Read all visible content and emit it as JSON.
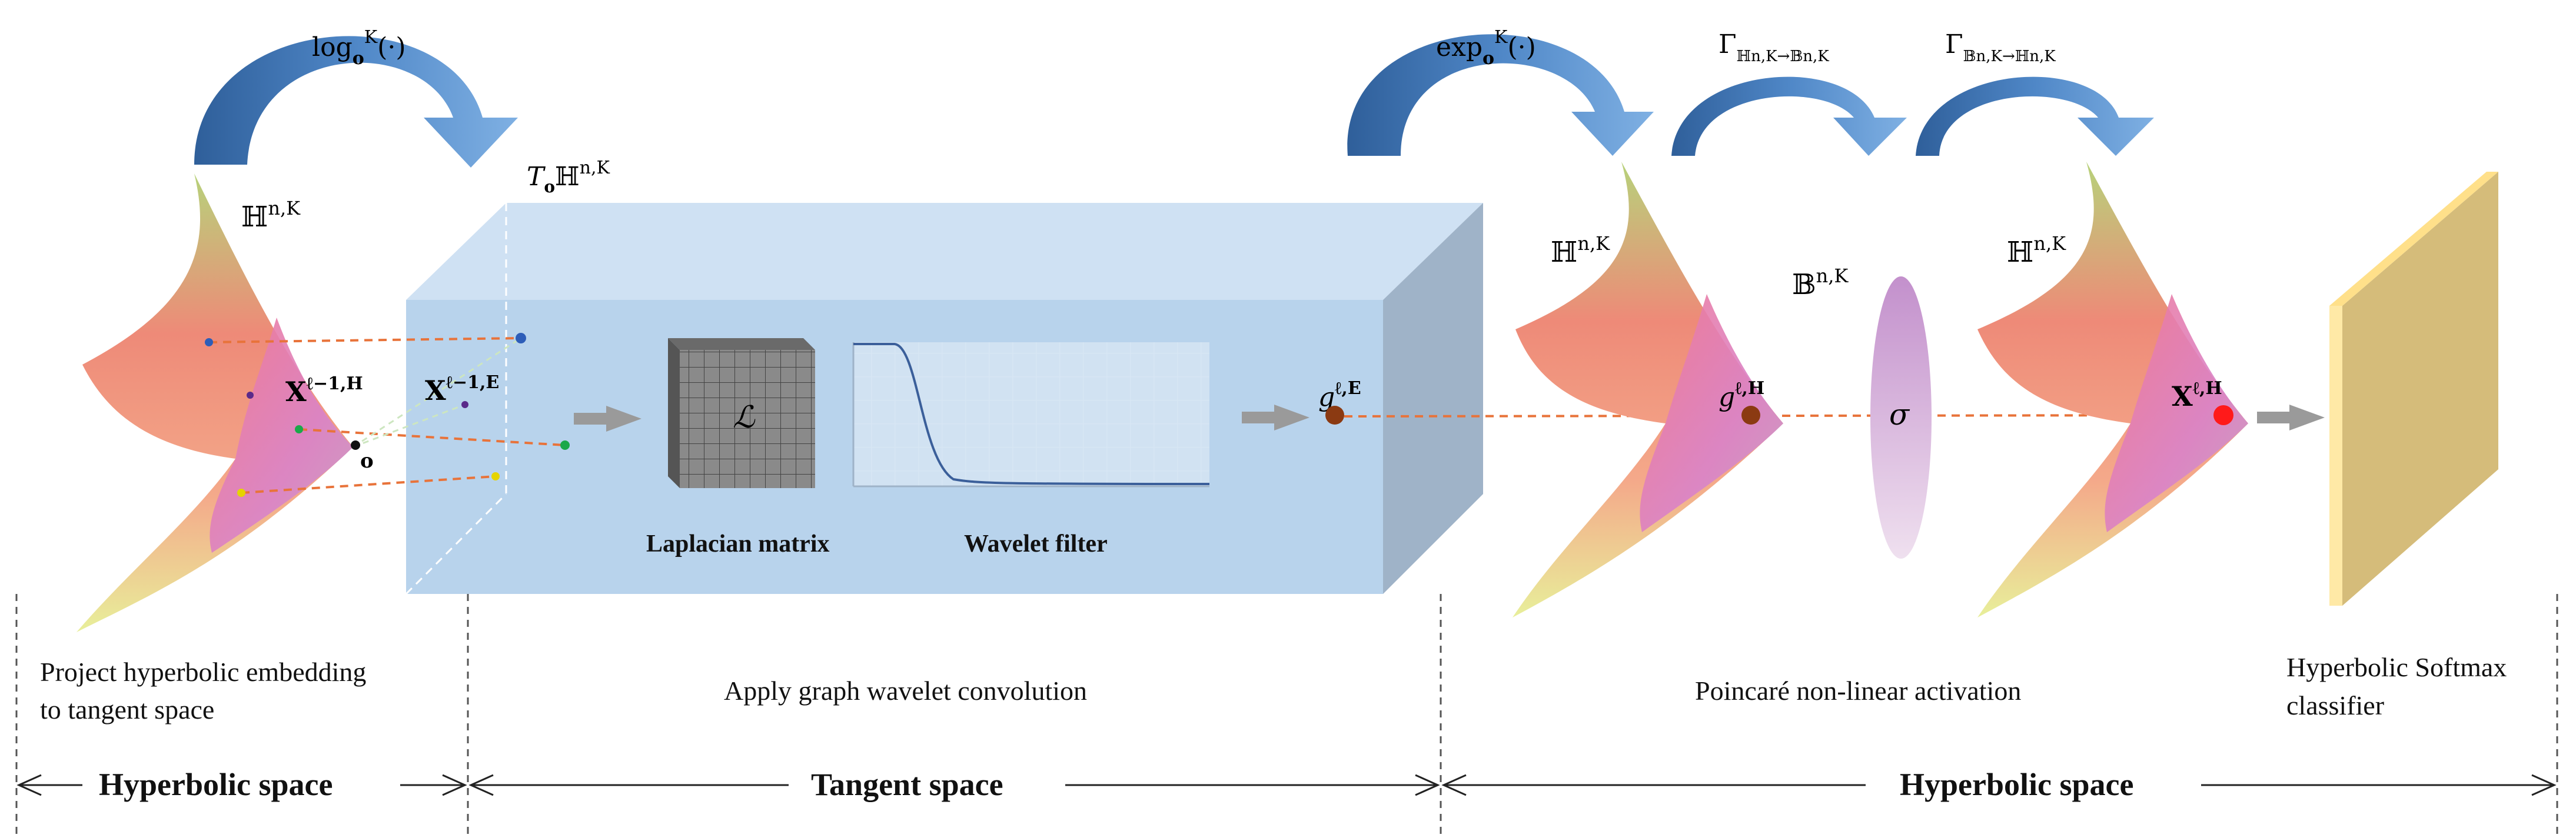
{
  "math": {
    "log_map": "log",
    "log_sub": "o",
    "log_sup": "K",
    "log_arg": "(·)",
    "exp_map": "exp",
    "exp_sub": "o",
    "exp_sup": "K",
    "exp_arg": "(·)",
    "gamma_h_to_b": "Γ",
    "gamma_h_to_b_sub": "ℍn,K→𝔹n,K",
    "gamma_b_to_h": "Γ",
    "gamma_b_to_h_sub": "𝔹n,K→ℍn,K",
    "tangent_T": "T",
    "tangent_T_sub": "o",
    "tangent_H": "ℍ",
    "tangent_sup": "n,K",
    "H_left": "ℍ",
    "H_left_sup": "n,K",
    "H_mid": "ℍ",
    "H_mid_sup": "n,K",
    "B_ball": "𝔹",
    "B_ball_sup": "n,K",
    "H_right": "ℍ",
    "H_right_sup": "n,K",
    "x_prev_H": "X",
    "x_prev_H_sup": "ℓ−1,H",
    "origin": "o",
    "x_prev_E": "X",
    "x_prev_E_sup": "ℓ−1,E",
    "laplacian_symbol": "ℒ",
    "g_E": "g",
    "g_E_sup": "ℓ,E",
    "g_H": "g",
    "g_H_sup": "ℓ,H",
    "sigma": "σ",
    "x_out": "X",
    "x_out_sup": "ℓ,H"
  },
  "labels": {
    "laplacian": "Laplacian matrix",
    "wavelet": "Wavelet filter"
  },
  "captions": {
    "project_line1": "Project hyperbolic embedding",
    "project_line2": "to tangent space",
    "apply": "Apply graph wavelet convolution",
    "poincare": "Poincaré non-linear activation",
    "softmax_line1": "Hyperbolic Softmax",
    "softmax_line2": "classifier"
  },
  "spaces": {
    "hyperbolic_left": "Hyperbolic space",
    "tangent": "Tangent space",
    "hyperbolic_right": "Hyperbolic space"
  },
  "colors": {
    "arrow_blue": "#4f87c7",
    "box_front": "#b8d3ec",
    "box_top": "#cfe1f3",
    "box_side": "#9fb3c8",
    "dashed_orange": "#e8733a",
    "point_brown": "#8b3a12",
    "point_red": "#ff1a1a",
    "softmax_front": "#ffe9a6",
    "softmax_side": "#d5bc7a"
  }
}
